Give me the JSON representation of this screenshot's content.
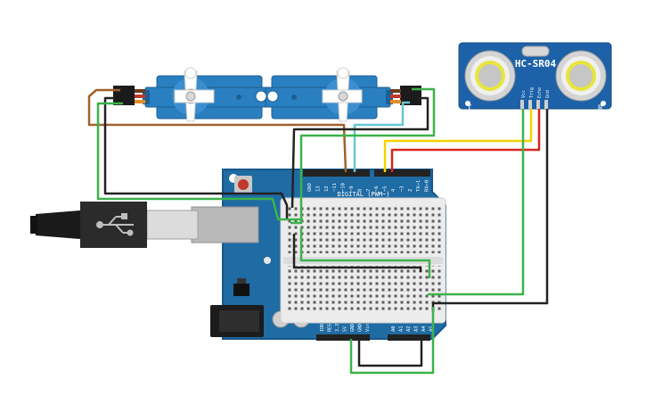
{
  "sensor": {
    "name": "HC-SR04",
    "pins": [
      "Vcc",
      "Trig",
      "Echo",
      "Gnd"
    ],
    "left_mark": "T",
    "right_mark": "R"
  },
  "arduino": {
    "digital_label": "DIGITAL (PWM~)",
    "digital_pins": [
      "GND",
      "13",
      "12",
      "~11",
      "~10",
      "~9",
      "8",
      "7",
      "~6",
      "~5",
      "4",
      "~3",
      "2",
      "TX→1",
      "RX←0"
    ],
    "power_pins": [
      "IOREF",
      "RESET",
      "3.3V",
      "5V",
      "GND",
      "GND",
      "Vin"
    ],
    "analog_pins": [
      "A0",
      "A1",
      "A2",
      "A3",
      "A4",
      "A5"
    ]
  },
  "colors": {
    "board": "#1f6ba3",
    "servo": "#2a7fc1",
    "breadboard": "#ececec",
    "sensor_body": "#1d62a8",
    "wire_black": "#222222",
    "wire_green": "#3bb34a",
    "wire_brown": "#a0622d",
    "wire_cyan": "#67c6d3",
    "wire_yellow": "#f5d200",
    "wire_red": "#d7261e"
  }
}
